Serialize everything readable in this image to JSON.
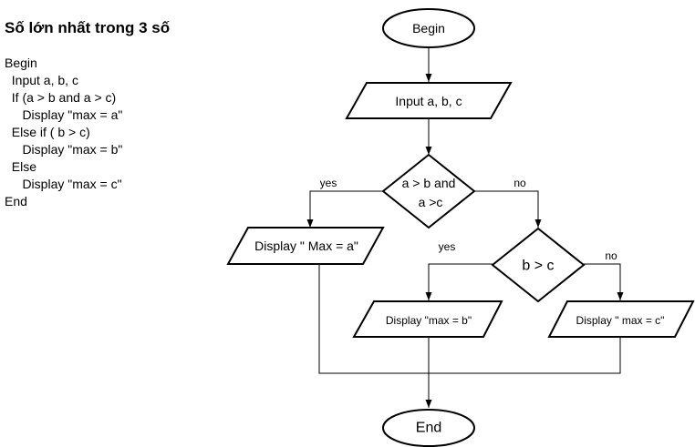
{
  "title": "Số lớn nhất trong 3 số",
  "pseudocode": [
    "Begin",
    "  Input a, b, c",
    "  If (a > b and a > c)",
    "     Display \"max = a\"",
    "  Else if ( b > c)",
    "     Display \"max = b\"",
    "  Else",
    "     Display \"max = c\"",
    "End"
  ],
  "flowchart": {
    "begin": "Begin",
    "input": "Input a, b, c",
    "decision1_line1": "a > b and",
    "decision1_line2": "a >c",
    "decision1_yes": "yes",
    "decision1_no": "no",
    "display_a": "Display \" Max = a\"",
    "decision2": "b > c",
    "decision2_yes": "yes",
    "decision2_no": "no",
    "display_b": "Display \"max = b\"",
    "display_c": "Display \" max = c\"",
    "end": "End"
  }
}
